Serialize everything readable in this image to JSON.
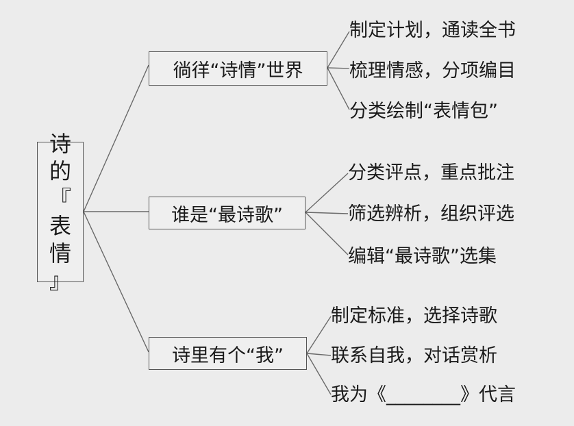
{
  "root": {
    "chars": [
      "诗",
      "的",
      "『",
      "表",
      "情",
      "』"
    ]
  },
  "branches": [
    {
      "label": "徜徉“诗情”世界",
      "children": [
        "制定计划，通读全书",
        "梳理情感，分项编目",
        "分类绘制“表情包”"
      ]
    },
    {
      "label": "谁是“最诗歌”",
      "children": [
        "分类评点，重点批注",
        "筛选辨析，组织评选",
        "编辑“最诗歌”选集"
      ]
    },
    {
      "label": "诗里有个“我”",
      "children": [
        "制定标准，选择诗歌",
        "联系自我，对话赏析",
        "我为《________》代言"
      ]
    }
  ]
}
